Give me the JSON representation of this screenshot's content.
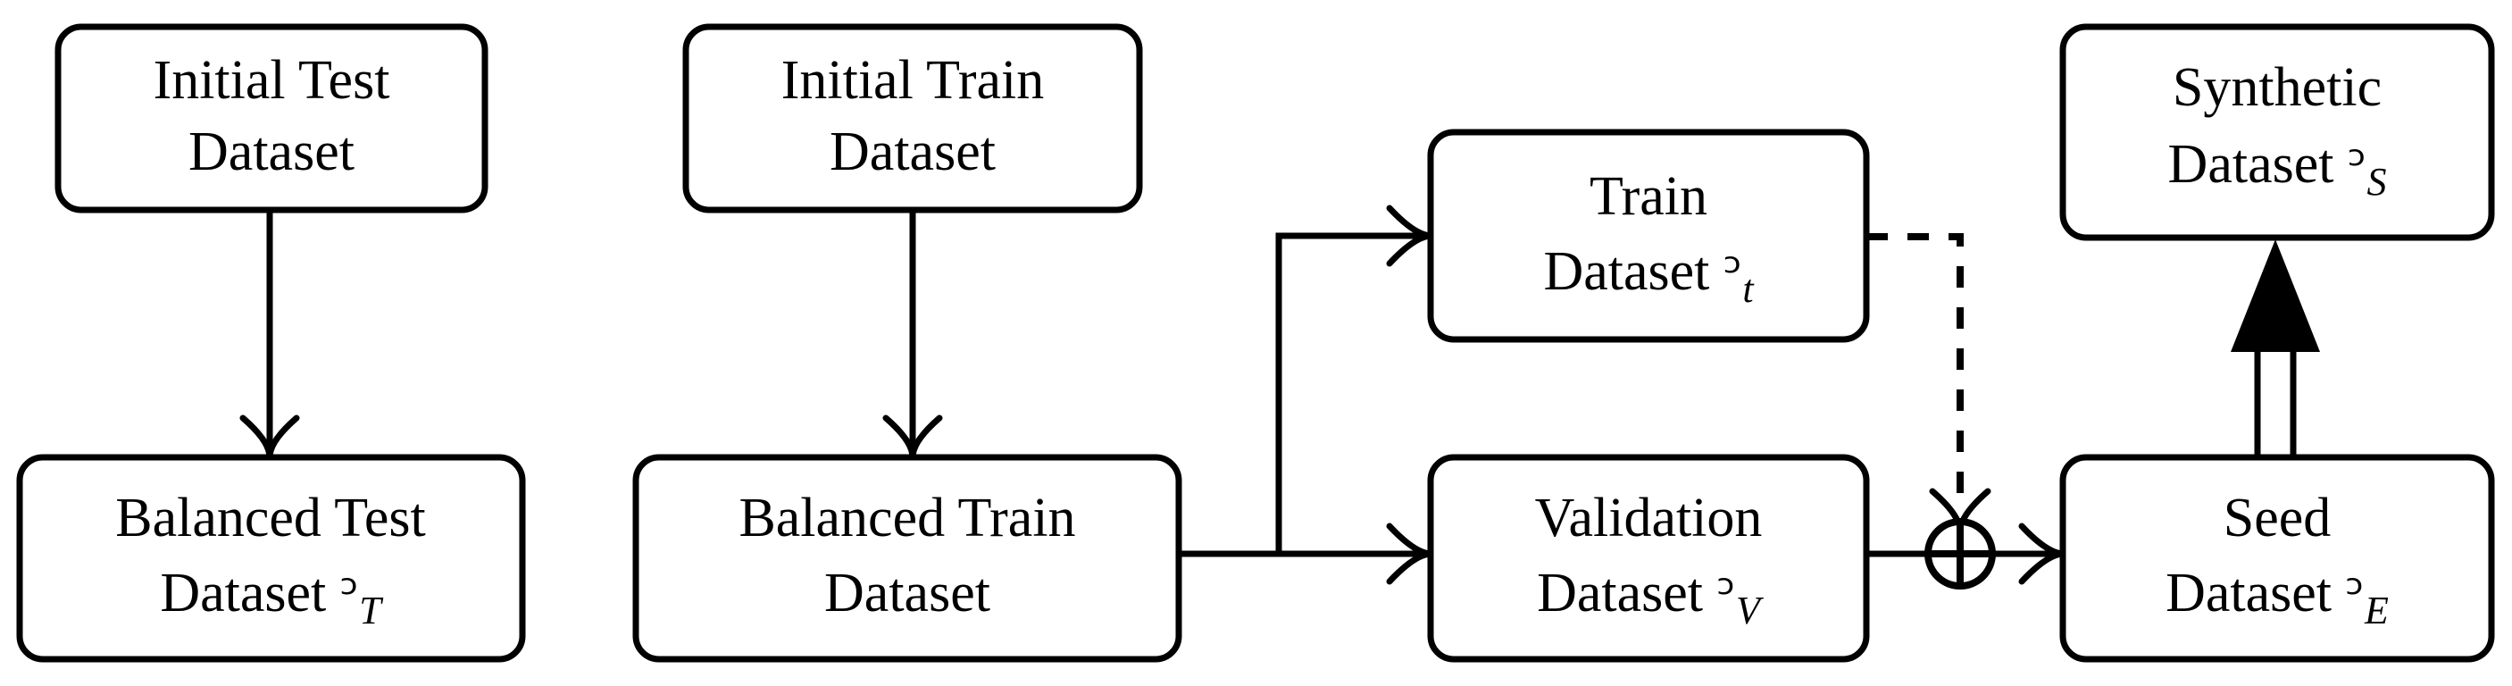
{
  "diagram": {
    "title": "Dataset preparation and synthetic data generation pipeline",
    "background_color": "#ffffff",
    "stroke_color": "#000000",
    "nodes": [
      {
        "id": "initial-test-dataset",
        "line1": "Initial Test",
        "line2": "Dataset",
        "symbol": "",
        "subscript": ""
      },
      {
        "id": "initial-train-dataset",
        "line1": "Initial Train",
        "line2": "Dataset",
        "symbol": "",
        "subscript": ""
      },
      {
        "id": "balanced-test-dataset",
        "line1": "Balanced Test",
        "line2": "Dataset",
        "symbol": "ᵓ",
        "subscript": "T"
      },
      {
        "id": "balanced-train-dataset",
        "line1": "Balanced Train",
        "line2": "Dataset",
        "symbol": "",
        "subscript": ""
      },
      {
        "id": "train-dataset",
        "line1": "Train",
        "line2": "Dataset",
        "symbol": "ᵓ",
        "subscript": "t"
      },
      {
        "id": "validation-dataset",
        "line1": "Validation",
        "line2": "Dataset",
        "symbol": "ᵓ",
        "subscript": "V"
      },
      {
        "id": "seed-dataset",
        "line1": "Seed",
        "line2": "Dataset",
        "symbol": "ᵓ",
        "subscript": "E"
      },
      {
        "id": "synthetic-dataset",
        "line1": "Synthetic",
        "line2": "Dataset",
        "symbol": "ᵓ",
        "subscript": "S"
      }
    ],
    "operators": [
      {
        "id": "combine-operator",
        "glyph": "⊕",
        "name": "circled-plus"
      }
    ],
    "edges": [
      {
        "id": "initial-test-to-balanced-test",
        "from": "initial-test-dataset",
        "to": "balanced-test-dataset",
        "style": "solid",
        "head": "open-arrow"
      },
      {
        "id": "initial-train-to-balanced-train",
        "from": "initial-train-dataset",
        "to": "balanced-train-dataset",
        "style": "solid",
        "head": "open-arrow"
      },
      {
        "id": "balanced-train-to-train",
        "from": "balanced-train-dataset",
        "to": "train-dataset",
        "style": "solid",
        "head": "open-arrow"
      },
      {
        "id": "balanced-train-to-validation",
        "from": "balanced-train-dataset",
        "to": "validation-dataset",
        "style": "solid",
        "head": "open-arrow"
      },
      {
        "id": "validation-to-combine",
        "from": "validation-dataset",
        "to": "combine-operator",
        "style": "solid",
        "head": "none"
      },
      {
        "id": "train-to-combine",
        "from": "train-dataset",
        "to": "combine-operator",
        "style": "dashed",
        "head": "open-arrow"
      },
      {
        "id": "combine-to-seed",
        "from": "combine-operator",
        "to": "seed-dataset",
        "style": "solid",
        "head": "open-arrow"
      },
      {
        "id": "seed-to-synthetic",
        "from": "seed-dataset",
        "to": "synthetic-dataset",
        "style": "double-line",
        "head": "solid-triangle"
      }
    ]
  }
}
